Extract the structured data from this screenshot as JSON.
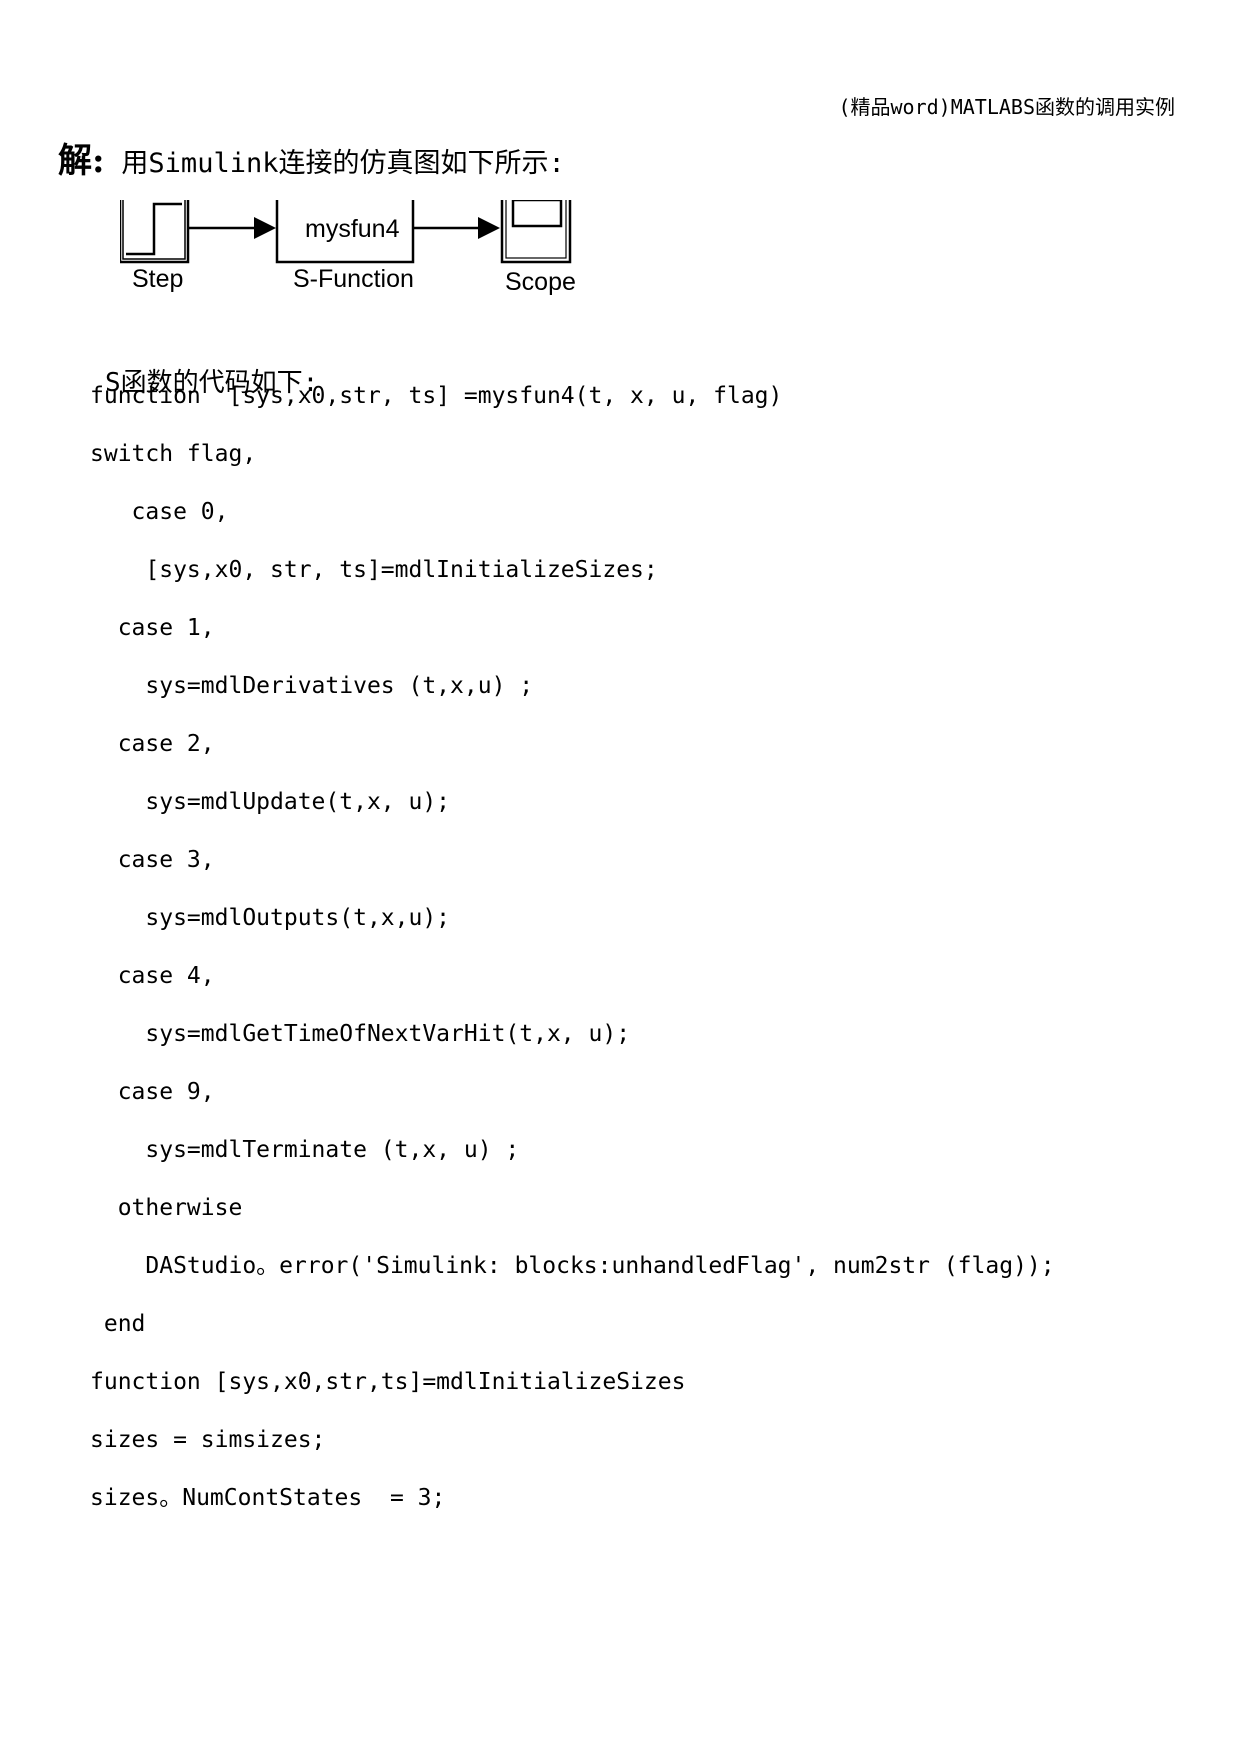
{
  "header": {
    "text": "(精品word)MATLABS函数的调用实例"
  },
  "solution": {
    "label": "解:",
    "text": "用Simulink连接的仿真图如下所示:"
  },
  "diagram": {
    "blocks": [
      {
        "id": "step",
        "label": "Step",
        "inner": ""
      },
      {
        "id": "sfunction",
        "label": "S-Function",
        "inner": "mysfun4"
      },
      {
        "id": "scope",
        "label": "Scope",
        "inner": ""
      }
    ]
  },
  "intro": {
    "text": "S函数的代码如下:"
  },
  "code": {
    "lines": [
      "function  [sys,x0,str, ts] =mysfun4(t, x, u, flag)",
      "switch flag,",
      "   case 0,",
      "    [sys,x0, str, ts]=mdlInitializeSizes;",
      "  case 1,",
      "    sys=mdlDerivatives (t,x,u) ;",
      "  case 2,",
      "    sys=mdlUpdate(t,x, u);",
      "  case 3,",
      "    sys=mdlOutputs(t,x,u);",
      "  case 4,",
      "    sys=mdlGetTimeOfNextVarHit(t,x, u);",
      "  case 9,",
      "    sys=mdlTerminate (t,x, u) ;",
      "  otherwise",
      "    DAStudio。error('Simulink: blocks:unhandledFlag', num2str (flag));",
      " end",
      "function [sys,x0,str,ts]=mdlInitializeSizes",
      "sizes = simsizes;",
      "sizes。NumContStates  = 3;"
    ]
  }
}
